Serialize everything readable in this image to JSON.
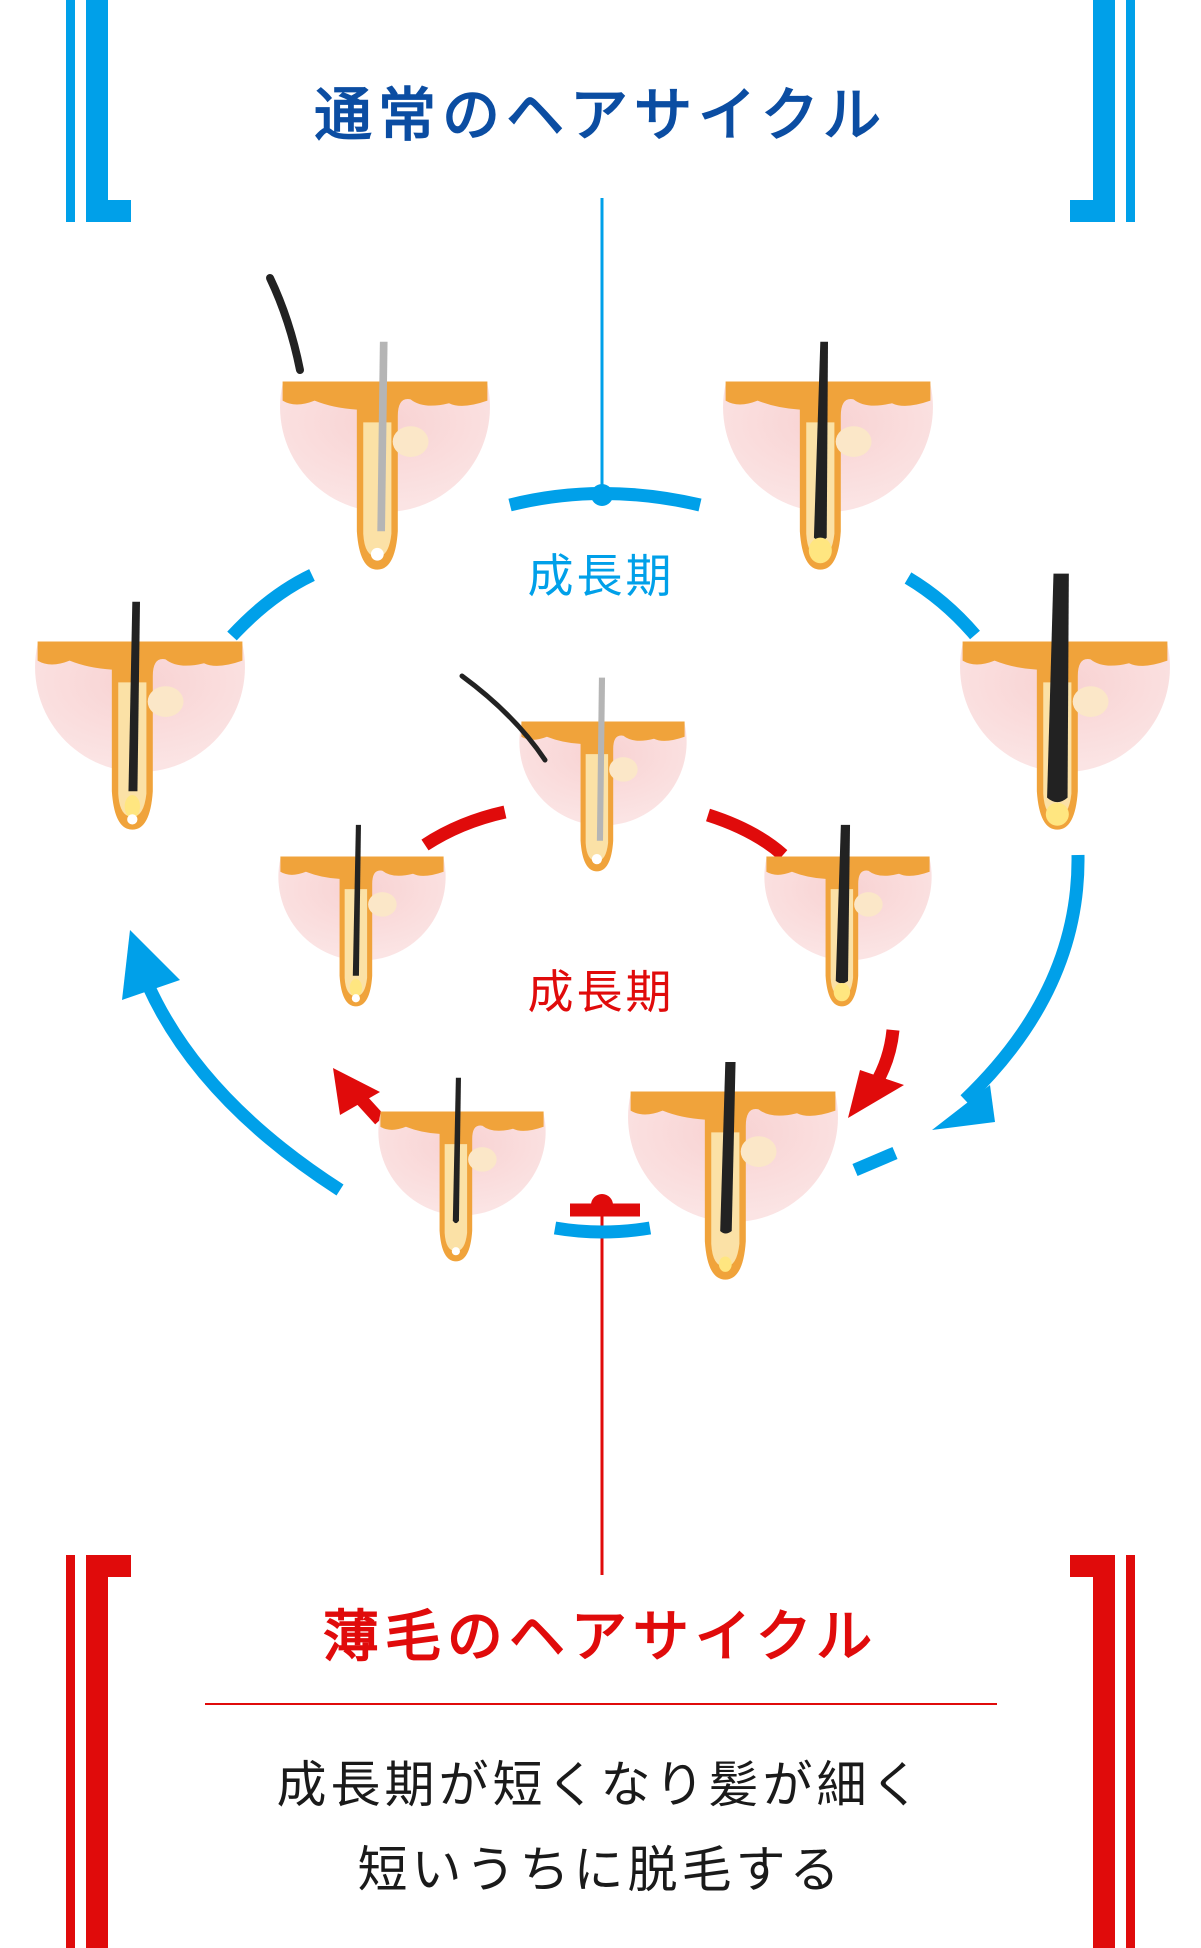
{
  "colors": {
    "normal": "#0097dd",
    "normal_title": "#0b4da2",
    "thin": "#e00b0b",
    "skin": "#f7cfcf",
    "fat": "#f0a33b",
    "hair": "#222222"
  },
  "normal_cycle": {
    "title": "通常のヘアサイクル",
    "stage_label": "成長期"
  },
  "thin_cycle": {
    "title": "薄毛のヘアサイクル",
    "stage_label": "成長期",
    "description_line1": "成長期が短くなり髪が細く",
    "description_line2": "短いうちに脱毛する"
  }
}
